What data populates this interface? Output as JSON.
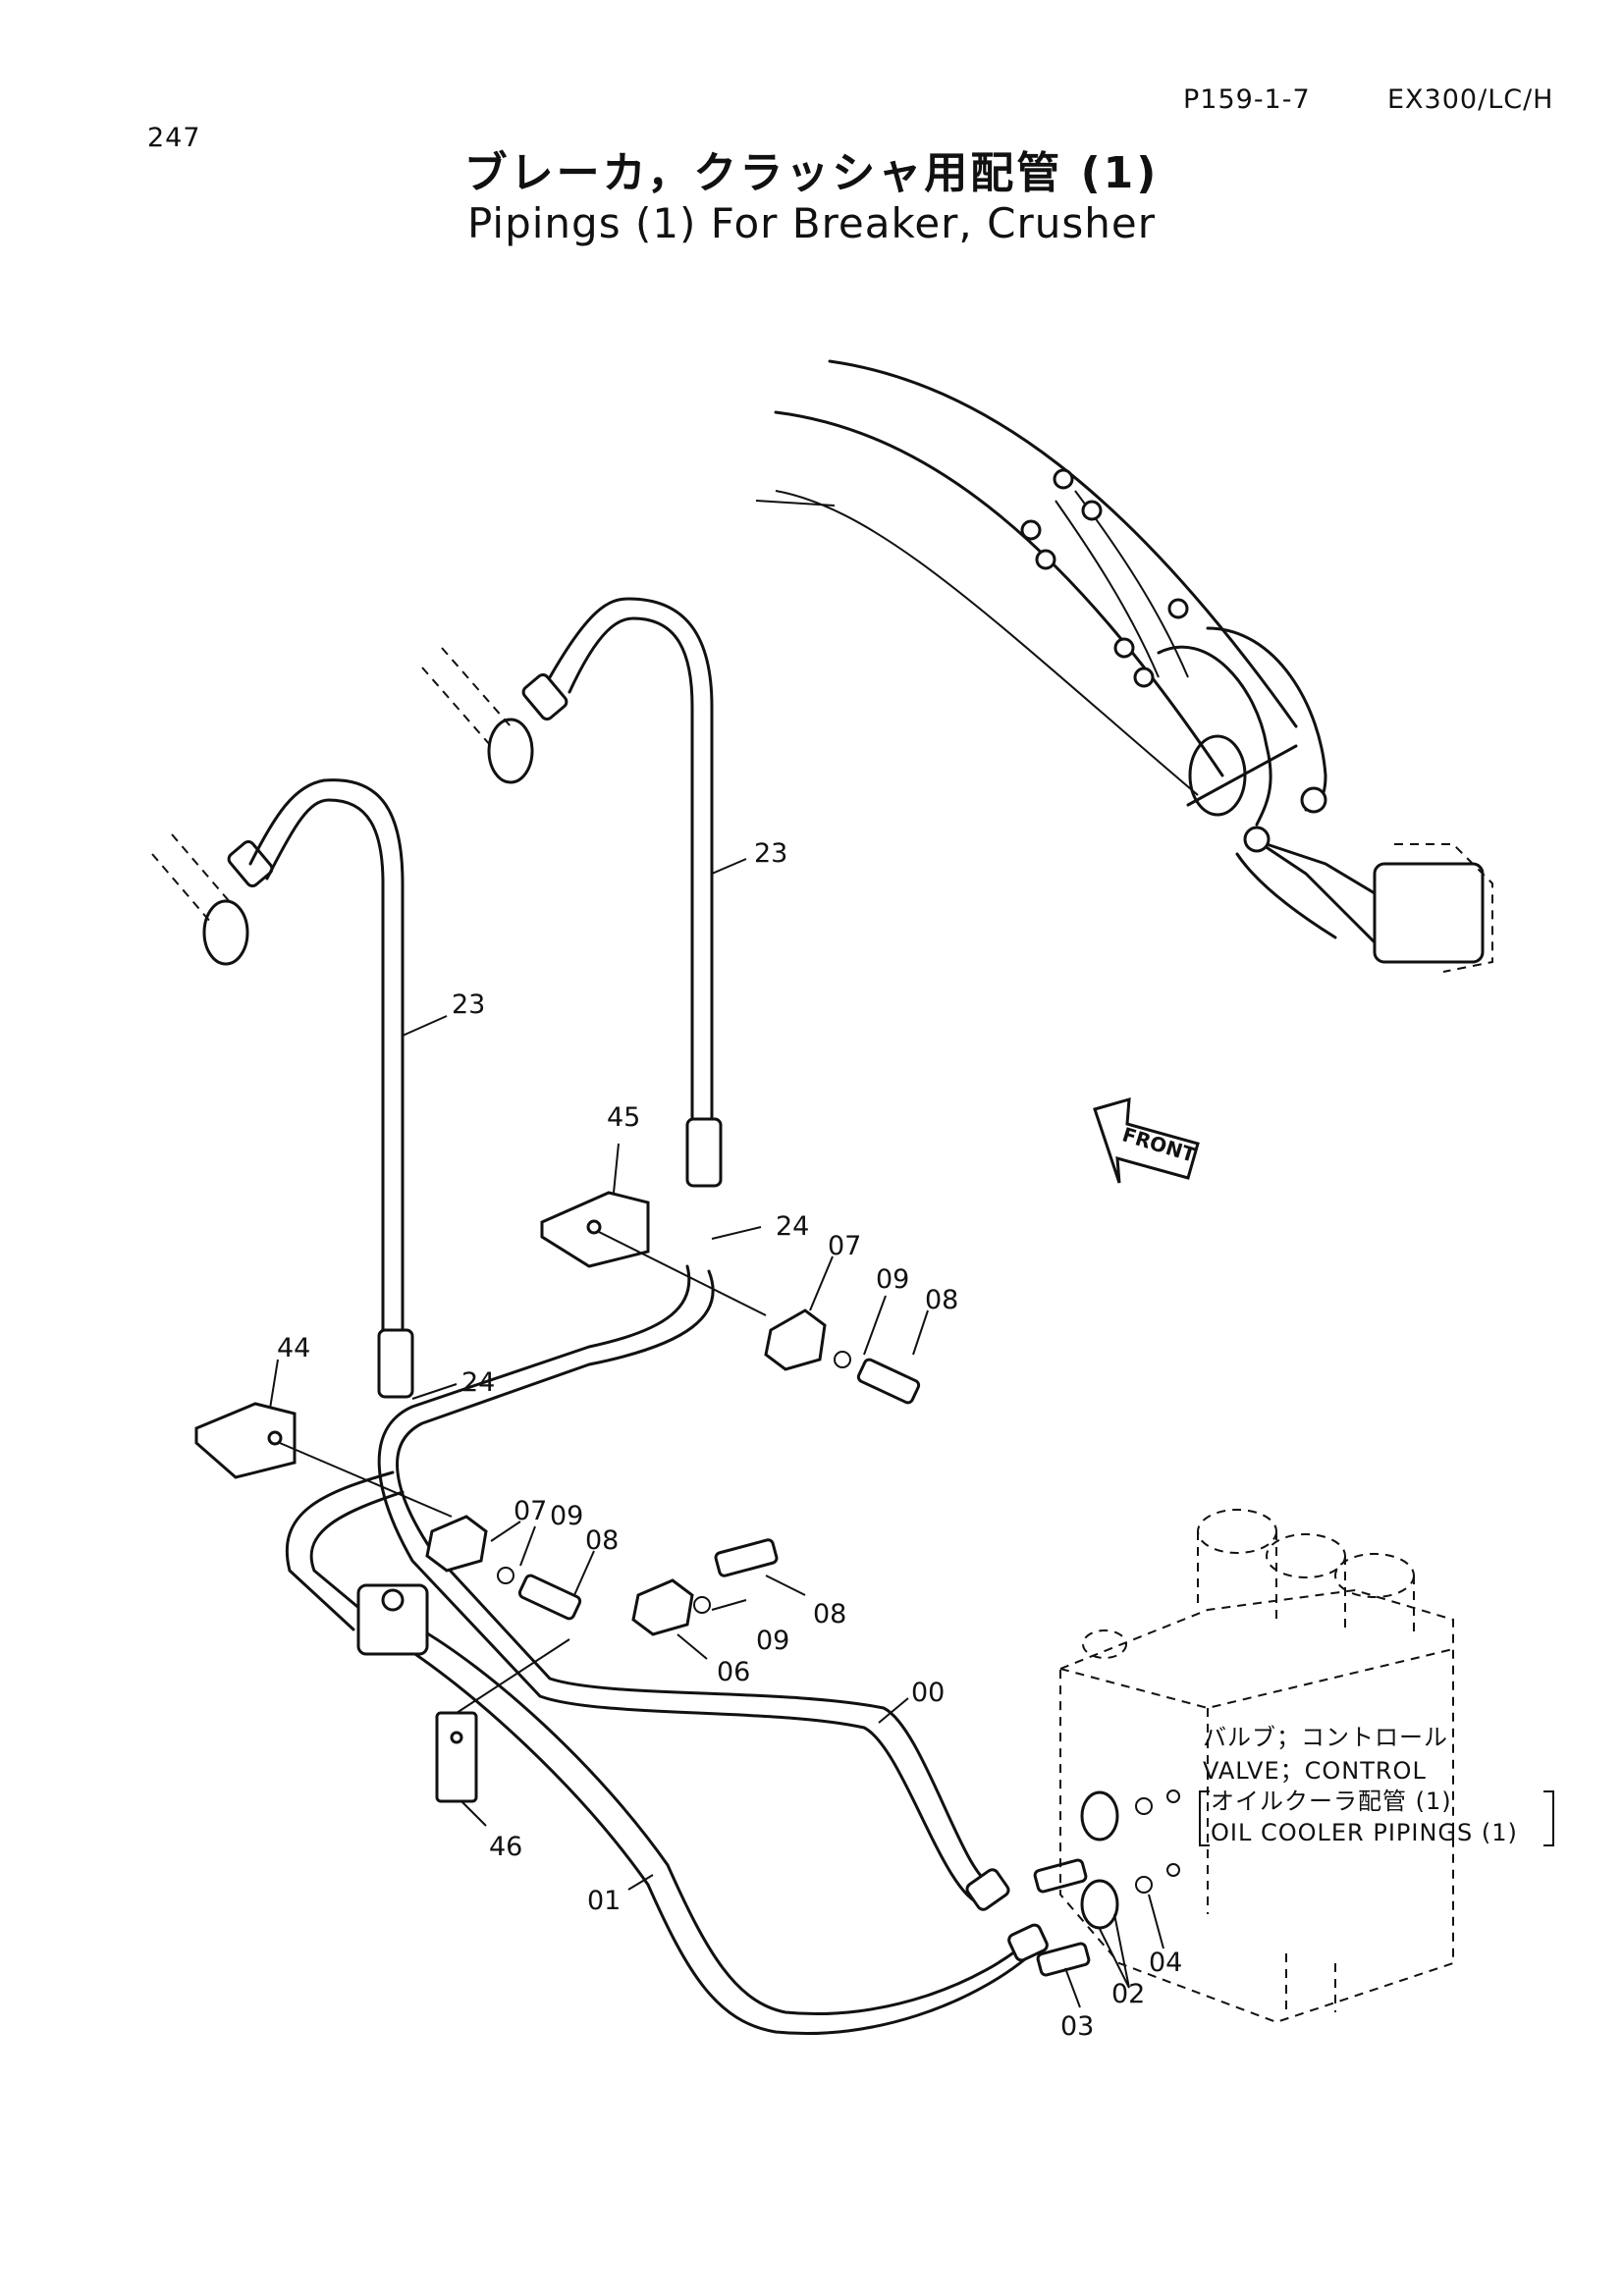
{
  "header": {
    "page_number": "247",
    "page_code": "P159-1-7",
    "model": "EX300/LC/H"
  },
  "title": {
    "japanese": "ブレーカ，クラッシャ用配管 (1)",
    "english": "Pipings (1) For Breaker, Crusher"
  },
  "front_marker": "FRONT",
  "callouts": {
    "p23a": "23",
    "p23b": "23",
    "p45": "45",
    "p44": "44",
    "p24a": "24",
    "p24b": "24",
    "p07a": "07",
    "p07b": "07",
    "p09a": "09",
    "p09b": "09",
    "p09c": "09",
    "p08a": "08",
    "p08b": "08",
    "p08c": "08",
    "p06": "06",
    "p00": "00",
    "p01": "01",
    "p46": "46",
    "p02": "02",
    "p03": "03",
    "p04": "04"
  },
  "reference_note": {
    "line1": "バルブ；コントロール",
    "line2": "VALVE；CONTROL",
    "line3": "オイルクーラ配管 (1)",
    "line4": "OIL  COOLER  PIPINGS (1)"
  }
}
